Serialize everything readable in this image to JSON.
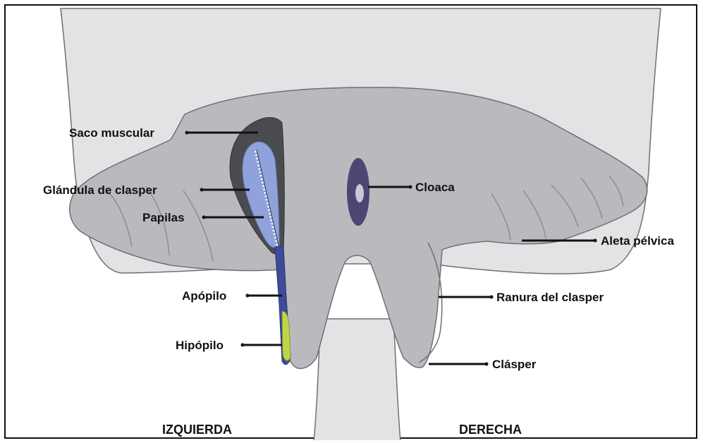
{
  "labels": {
    "saco_muscular": "Saco muscular",
    "glandula": "Glándula de clasper",
    "papilas": "Papilas",
    "apopilo": "Apópilo",
    "hipopilo": "Hipópilo",
    "cloaca": "Cloaca",
    "aleta_pelvica": "Aleta pélvica",
    "ranura": "Ranura del clasper",
    "clasper": "Clásper"
  },
  "sides": {
    "left": "IZQUIERDA",
    "right": "DERECHA"
  },
  "colors": {
    "body_light": "#e3e3e5",
    "fin_grey": "#b9babd",
    "outline": "#6f7073",
    "sac_dark": "#4a4b4e",
    "gland_blue": "#8fa2dc",
    "duct_navy": "#3f4a98",
    "hypopyle_green": "#bfd64a",
    "cloaca_purple": "#4c4673"
  }
}
